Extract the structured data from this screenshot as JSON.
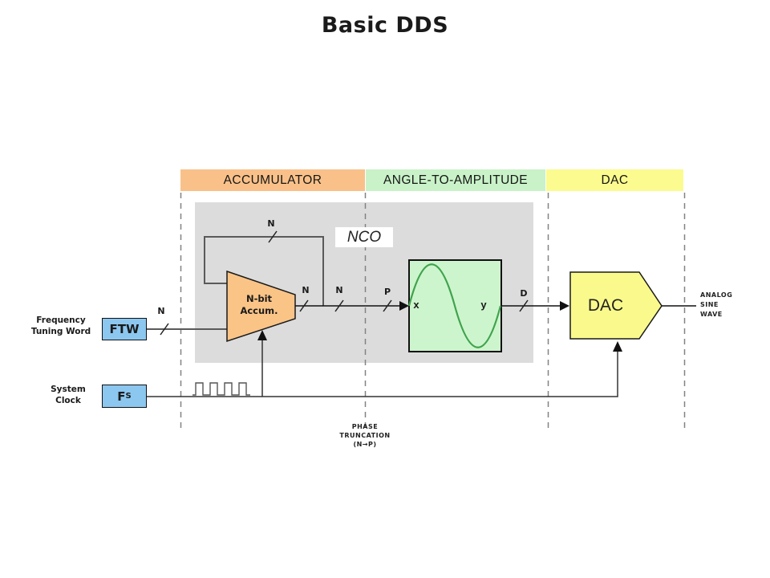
{
  "title": "Basic DDS",
  "colors": {
    "band_accumulator": "#F9C189",
    "band_angle": "#C9F2C8",
    "band_dac": "#FBFB8F",
    "accumulator_block": "#FAC487",
    "angle_block": "#CDF5CD",
    "dac_block": "#FAFA8C",
    "input_box_blue": "#8CC7F0",
    "nco_panel_gray": "#DCDCDC",
    "sine_stroke": "#3FA34D"
  },
  "bands": [
    {
      "label": "ACCUMULATOR"
    },
    {
      "label": "ANGLE-TO-AMPLITUDE"
    },
    {
      "label": "DAC"
    }
  ],
  "nco": {
    "label": "NCO"
  },
  "inputs": {
    "ftw": {
      "caption_line1": "Frequency",
      "caption_line2": "Tuning Word",
      "label": "FTW",
      "bus": "N"
    },
    "clock": {
      "caption_line1": "System",
      "caption_line2": "Clock",
      "label": "F",
      "label_sub": "S"
    }
  },
  "accumulator": {
    "line1": "N-bit",
    "line2": "Accum.",
    "feedback_bus": "N",
    "output_bus": "N"
  },
  "buses": {
    "nco_out": "N",
    "phase": "P",
    "data": "D"
  },
  "angle_to_amplitude": {
    "input_label": "x",
    "output_label": "y"
  },
  "dac": {
    "label": "DAC"
  },
  "output_caption": {
    "line1": "ANALOG",
    "line2": "SINE",
    "line3": "WAVE"
  },
  "phase_truncation": {
    "line1": "PHASE",
    "line2": "TRUNCATION",
    "line3": "(N→P)"
  }
}
